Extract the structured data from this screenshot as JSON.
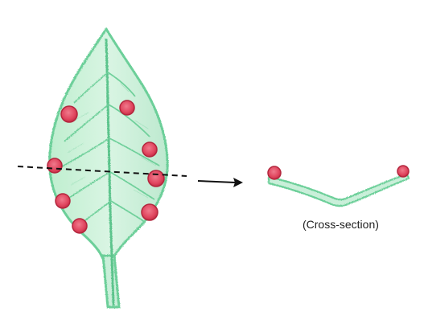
{
  "caption": "(Cross-section)",
  "colors": {
    "leaf_fill": "#c9efd9",
    "leaf_stroke": "#6ccf99",
    "vein": "#5cc48c",
    "spot_fill": "#e0455e",
    "spot_stroke": "#b3263d",
    "cut_line": "#111111",
    "arrow": "#111111"
  },
  "icons": {
    "leaf": "leaf-illustration",
    "spot": "red-spot",
    "arrow": "right-arrow"
  }
}
